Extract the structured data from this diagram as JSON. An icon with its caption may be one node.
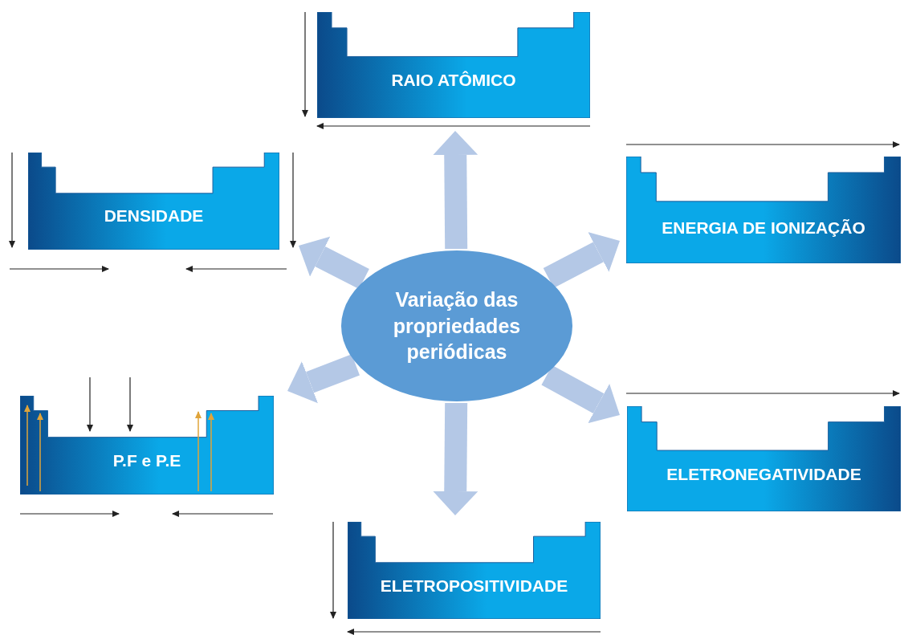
{
  "diagram": {
    "nodes": [
      {
        "text": [
          "RAIO ATÔMICO"
        ]
      },
      {
        "text": [
          "DENSIDADE"
        ]
      },
      {
        "text": [
          "ENERGIA DE IONIZAÇÃO"
        ]
      },
      {
        "text": [
          "Variação das propriedades periódicas"
        ]
      },
      {
        "text": [
          "P.F e P.E"
        ]
      },
      {
        "text": [
          "ELETRONEGATIVIDADE"
        ]
      },
      {
        "text": [
          "ELETROPOSITIVIDADE"
        ]
      }
    ],
    "edges": [
      {
        "from": 3,
        "to": 0,
        "arrow": "to"
      },
      {
        "from": 3,
        "to": 1,
        "arrow": "to"
      },
      {
        "from": 3,
        "to": 2,
        "arrow": "to"
      },
      {
        "from": 3,
        "to": 4,
        "arrow": "to"
      },
      {
        "from": 3,
        "to": 5,
        "arrow": "to"
      },
      {
        "from": 3,
        "to": 6,
        "arrow": "to"
      }
    ]
  }
}
